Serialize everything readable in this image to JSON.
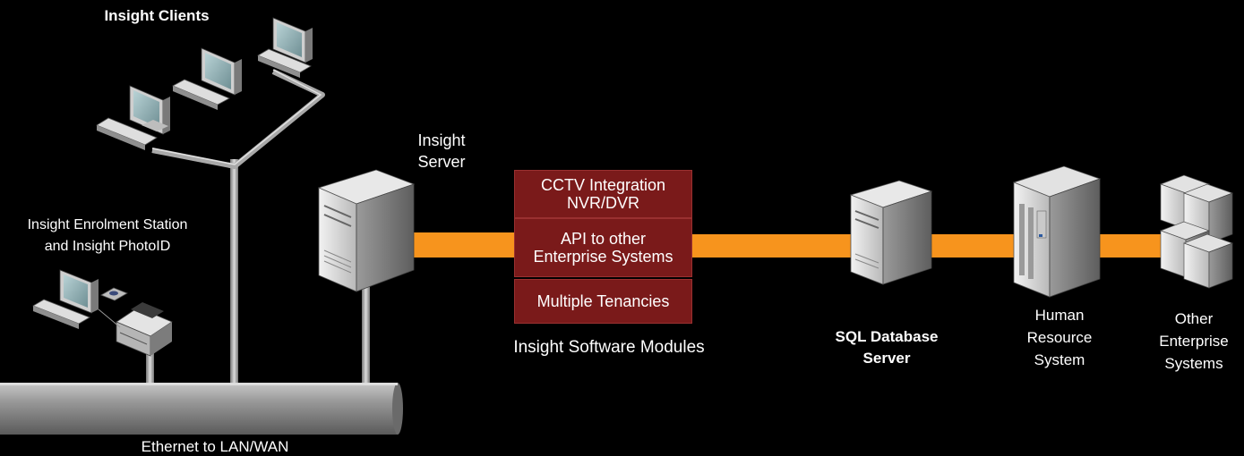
{
  "labels": {
    "insight_clients": "Insight Clients",
    "insight_server_line1": "Insight",
    "insight_server_line2": "Server",
    "enrolment_line1": "Insight Enrolment Station",
    "enrolment_line2": "and Insight PhotoID",
    "software_modules": "Insight Software Modules",
    "ethernet": "Ethernet to LAN/WAN",
    "sql_line1": "SQL Database",
    "sql_line2": "Server",
    "hr_line1": "Human",
    "hr_line2": "Resource",
    "hr_line3": "System",
    "other_line1": "Other",
    "other_line2": "Enterprise",
    "other_line3": "Systems"
  },
  "modules": [
    {
      "line1": "CCTV Integration",
      "line2": "NVR/DVR"
    },
    {
      "line1": "API to other",
      "line2": "Enterprise Systems"
    },
    {
      "line1": "Multiple Tenancies",
      "line2": ""
    }
  ],
  "colors": {
    "background": "#000000",
    "link": "#f7941d",
    "module_fill": "#7a1a1a",
    "network_bar": "#8c8c8c"
  }
}
